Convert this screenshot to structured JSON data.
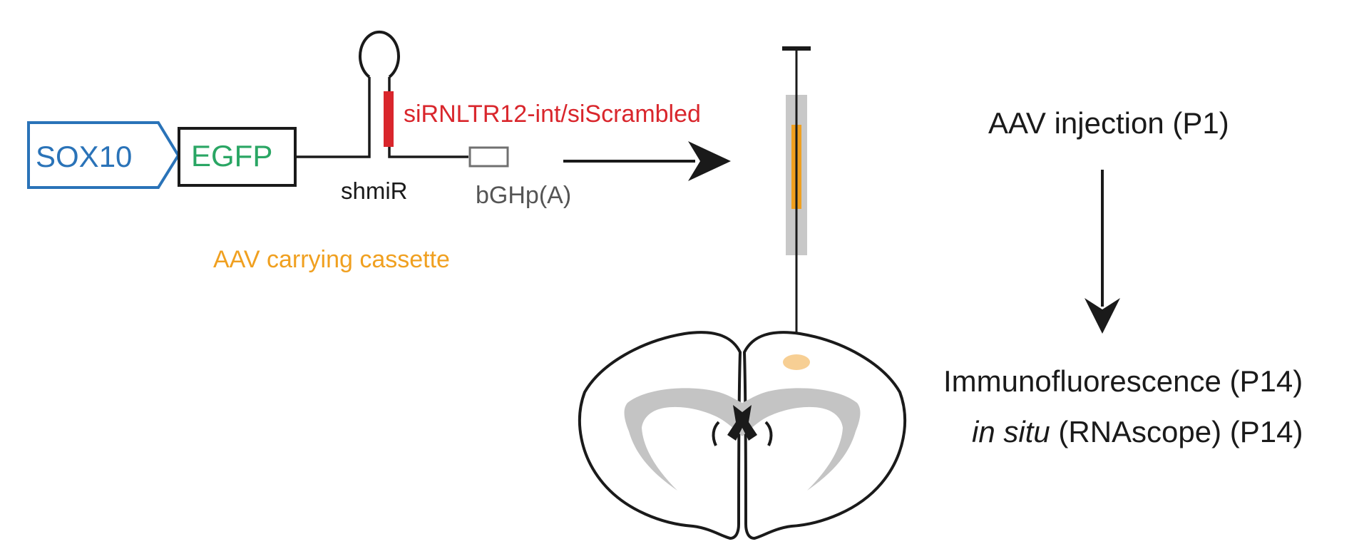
{
  "cassette": {
    "promoter": "SOX10",
    "reporter": "EGFP",
    "hairpin": "shmiR",
    "sirna": "siRNLTR12-int/siScrambled",
    "polya": "bGHp(A)",
    "caption": "AAV carrying cassette"
  },
  "workflow": {
    "step1": "AAV injection (P1)",
    "step2": "Immunofluorescence (P14)",
    "step3_italic": "in situ",
    "step3_rest": " (RNAscope) (P14)"
  },
  "colors": {
    "promoter": "#2a73b8",
    "reporter": "#2aa664",
    "sirna": "#d9262c",
    "caption": "#f0a020",
    "syringe_body": "#c8c8c8",
    "syringe_fill": "#f0a020",
    "injection_site": "#f7cf94",
    "white_matter": "#c4c4c4",
    "text": "#1a1a1a"
  }
}
